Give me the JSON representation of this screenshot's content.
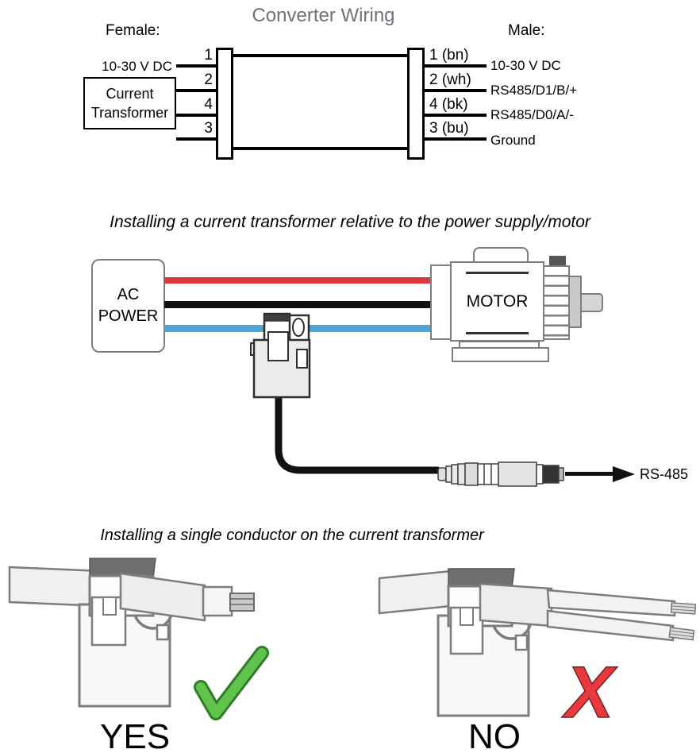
{
  "converter": {
    "title": "Converter Wiring",
    "female_label": "Female:",
    "male_label": "Male:",
    "left_pins": [
      "1",
      "2",
      "4",
      "3"
    ],
    "right_pins": [
      "1 (bn)",
      "2 (wh)",
      "4 (bk)",
      "3 (bu)"
    ],
    "left_power_label": "10-30 V DC",
    "ct_box_line1": "Current",
    "ct_box_line2": "Transformer",
    "right_wire_labels": [
      "10-30 V DC",
      "RS485/D1/B/+",
      "RS485/D0/A/-",
      "Ground"
    ]
  },
  "ct_install": {
    "title": "Installing a current transformer relative to the power supply/motor",
    "ac_line1": "AC",
    "ac_line2": "POWER",
    "motor_label": "MOTOR",
    "rs485_label": "RS-485"
  },
  "single_conductor": {
    "title": "Installing a single conductor on the current transformer",
    "yes_label": "YES",
    "no_label": "NO",
    "x_glyph": "X"
  },
  "colors": {
    "title_gray": "#6d7278",
    "wire_red": "#d9383d",
    "wire_black": "#111111",
    "wire_blue": "#4aa5d8",
    "check_green": "#62c24e",
    "x_red": "#e8393d"
  }
}
